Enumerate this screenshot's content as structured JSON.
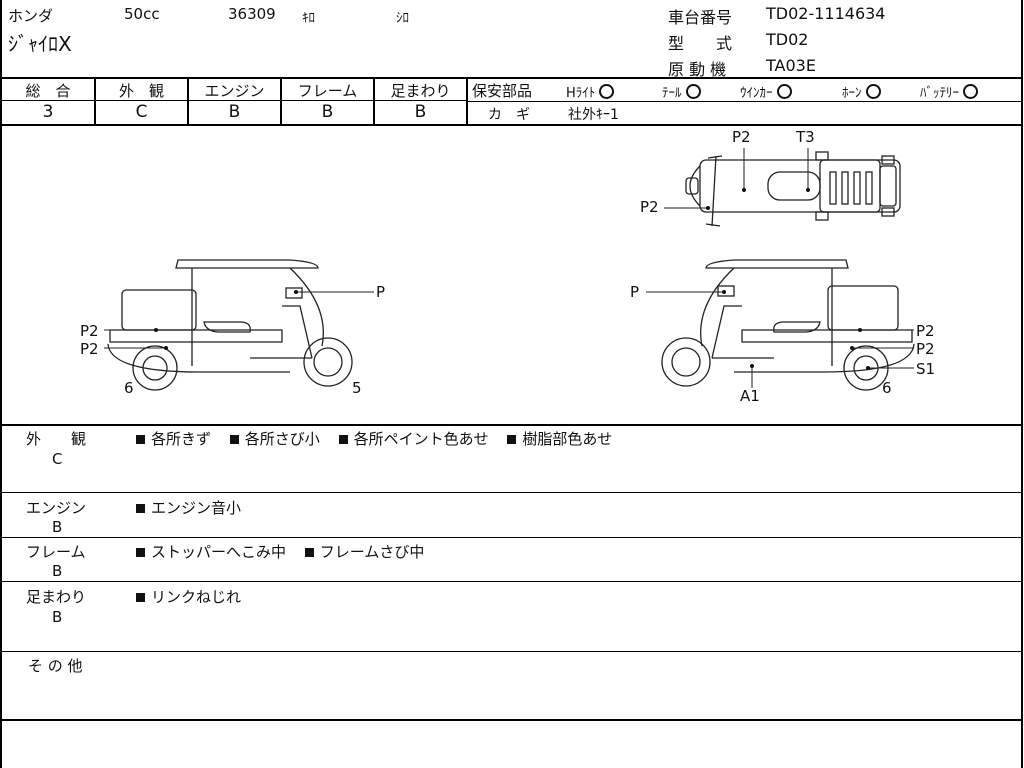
{
  "header": {
    "maker": "ホンダ",
    "displacement": "50cc",
    "mileage": "36309",
    "mileage_unit": "ｷﾛ",
    "color": "ｼﾛ",
    "model_name": "ｼﾞｬｲﾛX",
    "frame_no_label": "車台番号",
    "frame_no": "TD02-1114634",
    "model_code_label": "型　　式",
    "model_code": "TD02",
    "engine_label": "原 動 機",
    "engine": "TA03E"
  },
  "grades": [
    {
      "label": "総　合",
      "value": "3"
    },
    {
      "label": "外　観",
      "value": "C"
    },
    {
      "label": "エンジン",
      "value": "B"
    },
    {
      "label": "フレーム",
      "value": "B"
    },
    {
      "label": "足まわり",
      "value": "B"
    }
  ],
  "safety": {
    "label": "保安部品",
    "items": [
      {
        "label": "Hﾗｲﾄ",
        "value": "○"
      },
      {
        "label": "ﾃｰﾙ",
        "value": "○"
      },
      {
        "label": "ｳｲﾝｶｰ",
        "value": "○"
      },
      {
        "label": "ﾎｰﾝ",
        "value": "○"
      },
      {
        "label": "ﾊﾞｯﾃﾘｰ",
        "value": "○"
      }
    ],
    "key_label": "カ　ギ",
    "key_value": "社外ｷｰ1"
  },
  "diagram_labels": {
    "top_p2_top": "P2",
    "top_t3": "T3",
    "top_p2_left": "P2",
    "left_p": "P",
    "left_p2_a": "P2",
    "left_p2_b": "P2",
    "left_6": "6",
    "left_5": "5",
    "right_p": "P",
    "right_p2_a": "P2",
    "right_p2_b": "P2",
    "right_s1": "S1",
    "right_a1": "A1",
    "right_6": "6"
  },
  "sections": [
    {
      "label": "外　　観",
      "grade": "C",
      "items": [
        "各所きず",
        "各所さび小",
        "各所ペイント色あせ",
        "樹脂部色あせ"
      ]
    },
    {
      "label": "エンジン",
      "grade": "B",
      "items": [
        "エンジン音小"
      ]
    },
    {
      "label": "フレーム",
      "grade": "B",
      "items": [
        "ストッパーへこみ中",
        "フレームさび中"
      ]
    },
    {
      "label": "足まわり",
      "grade": "B",
      "items": [
        "リンクねじれ"
      ]
    },
    {
      "label": "そ の 他",
      "grade": "",
      "items": []
    }
  ]
}
